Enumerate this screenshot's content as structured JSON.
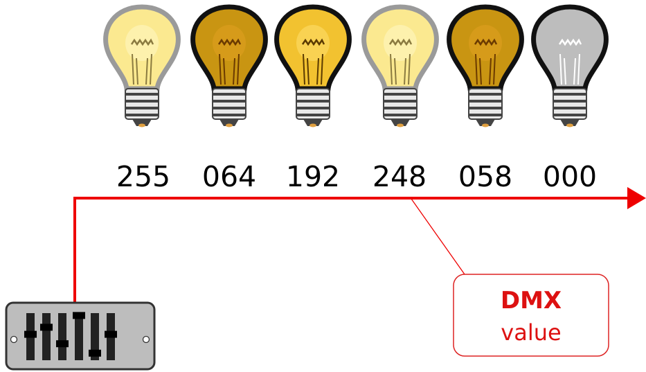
{
  "bulbs": [
    {
      "dmx_value": "255",
      "level": 1.0
    },
    {
      "dmx_value": "064",
      "level": 0.25
    },
    {
      "dmx_value": "192",
      "level": 0.75
    },
    {
      "dmx_value": "248",
      "level": 0.97
    },
    {
      "dmx_value": "058",
      "level": 0.23
    },
    {
      "dmx_value": "000",
      "level": 0.0
    }
  ],
  "callout": {
    "title": "DMX",
    "subtitle": "value"
  },
  "colors": {
    "signal_line": "#ee0000",
    "callout_title": "#dd1111",
    "callout_sub": "#dd1111",
    "callout_border": "#dd2222",
    "bulb_full": "#fbe990",
    "bulb_full_glow": "#fff7c4",
    "bulb_mid": "#f2c230",
    "bulb_low": "#c99512",
    "bulb_off": "#bdbdbd",
    "bulb_outline_dark": "#111111",
    "bulb_outline_light": "#9a9a9a",
    "base_grey": "#444444",
    "controller_body": "#bdbdbd",
    "controller_slot": "#222222",
    "controller_knob": "#000000"
  },
  "controller_faders": [
    0.55,
    0.7,
    0.35,
    0.95,
    0.15,
    0.55
  ]
}
